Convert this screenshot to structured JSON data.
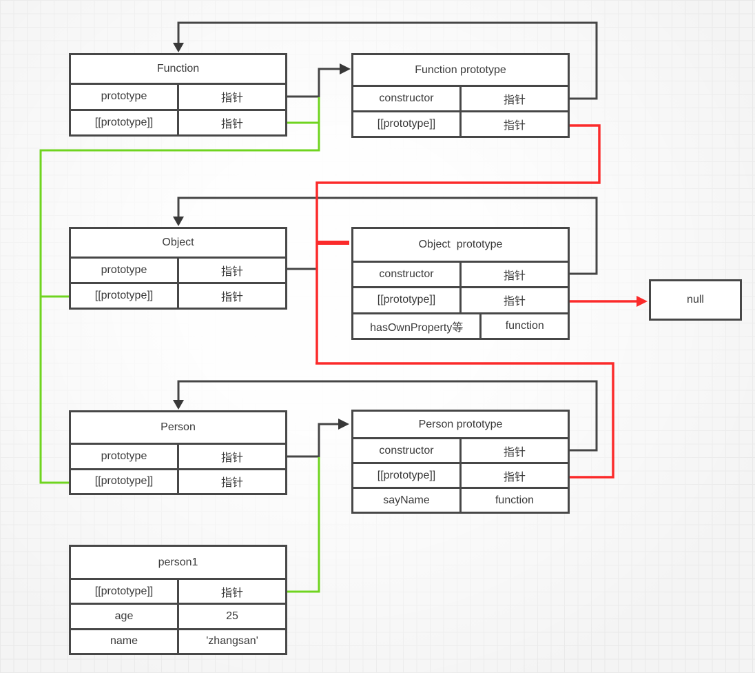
{
  "colors": {
    "box_border": "#474747",
    "text": "#3a3a3a",
    "edge_black": "#454545",
    "edge_green": "#6fd41f",
    "edge_red": "#fb2a2a"
  },
  "nodes": {
    "function": {
      "title": "Function",
      "rows": [
        {
          "key": "prototype",
          "value": "指针"
        },
        {
          "key": "[[prototype]]",
          "value": "指针"
        }
      ]
    },
    "function_prototype": {
      "title": "Function prototype",
      "rows": [
        {
          "key": "constructor",
          "value": "指针"
        },
        {
          "key": "[[prototype]]",
          "value": "指针"
        }
      ]
    },
    "object": {
      "title": "Object",
      "rows": [
        {
          "key": "prototype",
          "value": "指针"
        },
        {
          "key": "[[prototype]]",
          "value": "指针"
        }
      ]
    },
    "object_prototype": {
      "title": "Object  prototype",
      "rows": [
        {
          "key": "constructor",
          "value": "指针"
        },
        {
          "key": "[[prototype]]",
          "value": "指针"
        },
        {
          "key": "hasOwnProperty等",
          "value": "function"
        }
      ]
    },
    "null_node": {
      "title": "null"
    },
    "person": {
      "title": "Person",
      "rows": [
        {
          "key": "prototype",
          "value": "指针"
        },
        {
          "key": "[[prototype]]",
          "value": "指针"
        }
      ]
    },
    "person_prototype": {
      "title": "Person prototype",
      "rows": [
        {
          "key": "constructor",
          "value": "指针"
        },
        {
          "key": "[[prototype]]",
          "value": "指针"
        },
        {
          "key": "sayName",
          "value": "function"
        }
      ]
    },
    "person1": {
      "title": "person1",
      "rows": [
        {
          "key": "[[prototype]]",
          "value": "指针"
        },
        {
          "key": "age",
          "value": "25"
        },
        {
          "key": "name",
          "value": "'zhangsan'"
        }
      ]
    }
  },
  "edges": [
    {
      "from": "Function.prototype",
      "to": "Function prototype",
      "color": "black"
    },
    {
      "from": "Function prototype.constructor",
      "to": "Function",
      "color": "black"
    },
    {
      "from": "Function.[[prototype]]",
      "to": "Function prototype",
      "color": "green"
    },
    {
      "from": "Object.prototype",
      "to": "Object prototype",
      "color": "black"
    },
    {
      "from": "Object prototype.constructor",
      "to": "Object",
      "color": "black"
    },
    {
      "from": "Object.[[prototype]]",
      "to": "Function prototype",
      "color": "green"
    },
    {
      "from": "Person.prototype",
      "to": "Person prototype",
      "color": "black"
    },
    {
      "from": "Person prototype.constructor",
      "to": "Person",
      "color": "black"
    },
    {
      "from": "Person.[[prototype]]",
      "to": "Function prototype",
      "color": "green"
    },
    {
      "from": "Function prototype.[[prototype]]",
      "to": "Object prototype",
      "color": "red"
    },
    {
      "from": "Person prototype.[[prototype]]",
      "to": "Object prototype",
      "color": "red"
    },
    {
      "from": "Object prototype.[[prototype]]",
      "to": "null",
      "color": "red"
    },
    {
      "from": "person1.[[prototype]]",
      "to": "Person prototype",
      "color": "green"
    }
  ]
}
